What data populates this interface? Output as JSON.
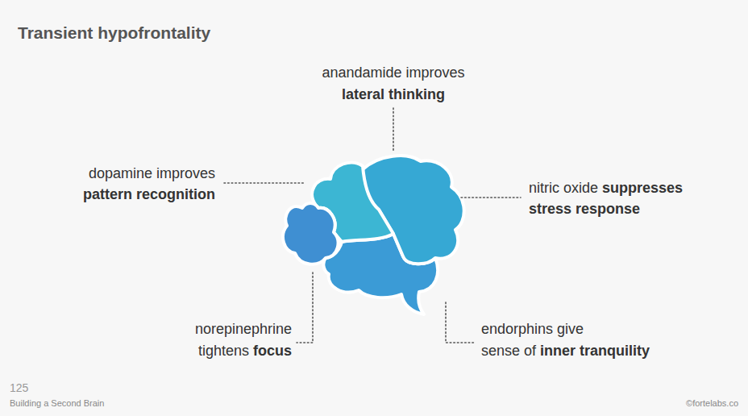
{
  "diagram": {
    "title": "Transient hypofrontality",
    "labels": [
      "anandamide improves",
      "lateral thinking",
      "dopamine improves",
      "pattern recognition",
      "nitric oxide",
      "suppresses",
      "stress response",
      "norepinephrine",
      "tightens",
      "focus",
      "endorphins give",
      "sense of",
      "inner tranquility",
      "125",
      "Building a Second Brain",
      "©fortelabs.co"
    ]
  }
}
